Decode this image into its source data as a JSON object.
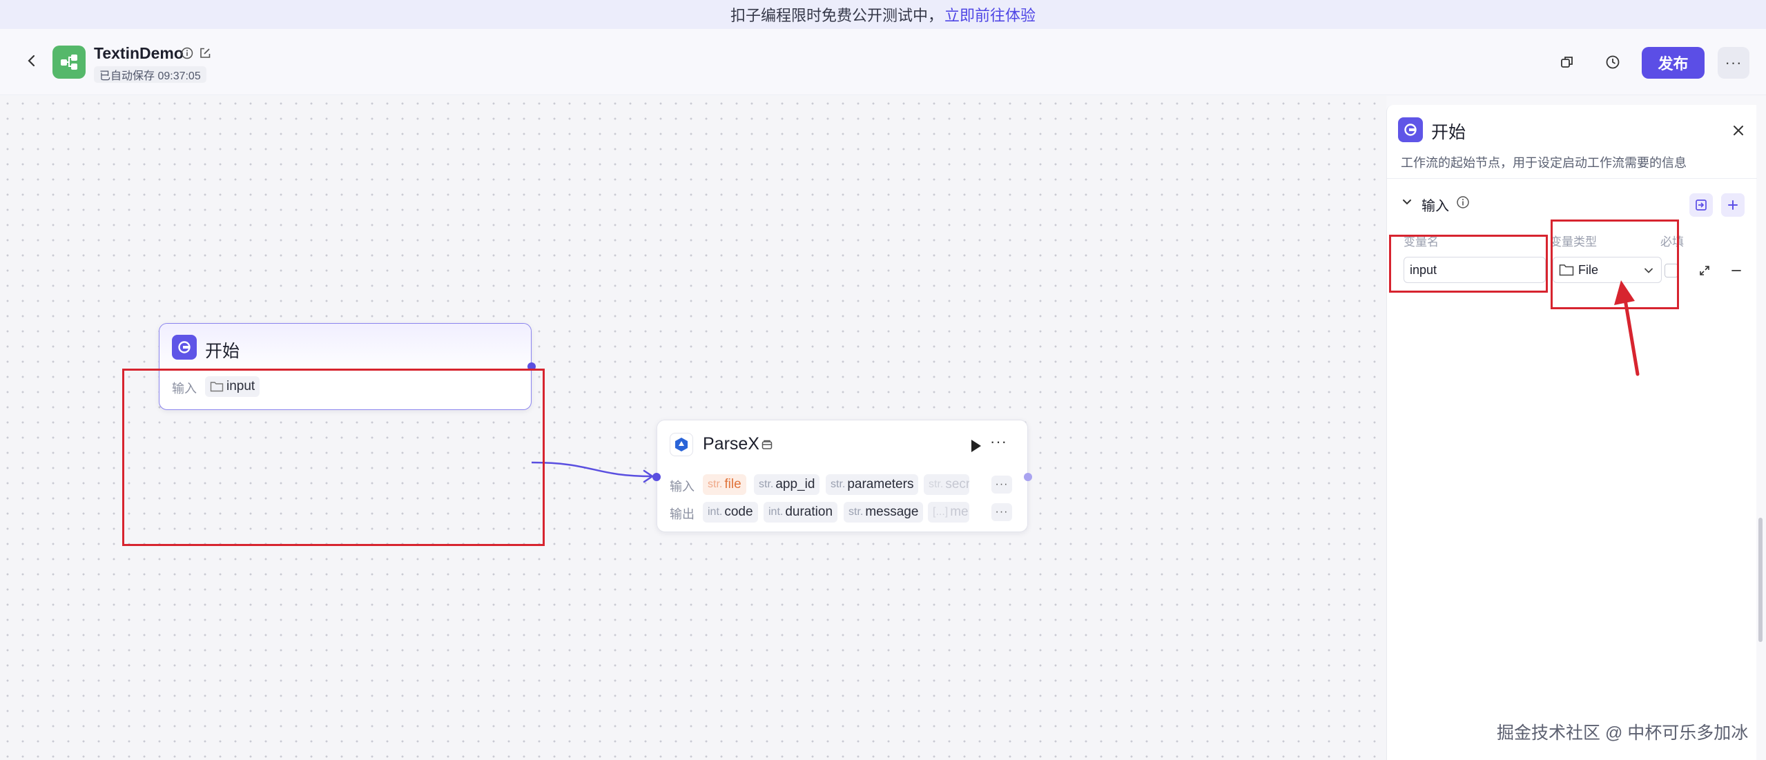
{
  "banner": {
    "text": "扣子编程限时免费公开测试中，",
    "link": "立即前往体验"
  },
  "header": {
    "app_name": "TextinDemo",
    "autosave": "已自动保存 09:37:05",
    "publish_label": "发布",
    "more_label": "···"
  },
  "start_node": {
    "title": "开始",
    "input_label": "输入",
    "input_var": "input"
  },
  "parse_node": {
    "title": "ParseX",
    "input_label": "输入",
    "output_label": "输出",
    "inputs": [
      {
        "type": "str.",
        "name": "file"
      },
      {
        "type": "str.",
        "name": "app_id"
      },
      {
        "type": "str.",
        "name": "parameters"
      },
      {
        "type": "str.",
        "name": "secr"
      }
    ],
    "outputs": [
      {
        "type": "int.",
        "name": "code"
      },
      {
        "type": "int.",
        "name": "duration"
      },
      {
        "type": "str.",
        "name": "message"
      },
      {
        "type": "[...]",
        "name": "me"
      }
    ],
    "more_label": "···"
  },
  "panel": {
    "title": "开始",
    "description": "工作流的起始节点，用于设定启动工作流需要的信息",
    "section_title": "输入",
    "columns": {
      "name": "变量名",
      "type": "变量类型",
      "required": "必填"
    },
    "variable": {
      "name": "input",
      "type": "File",
      "required": false
    }
  },
  "watermark": "掘金技术社区 @ 中杯可乐多加冰",
  "colors": {
    "accent": "#5b4ee6",
    "annotation": "#d7242f",
    "app_icon": "#55b86a"
  }
}
